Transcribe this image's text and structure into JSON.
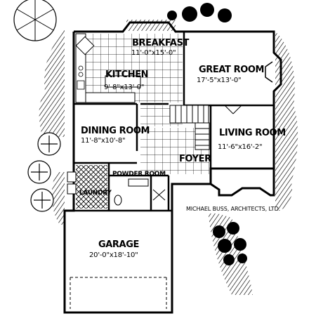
{
  "rooms": {
    "breakfast": {
      "name": "BREAKFAST",
      "dims": "11'-0\"x15'-0\""
    },
    "kitchen": {
      "name": "KITCHEN",
      "dims": "9'-8\"x13'-0\""
    },
    "great_room": {
      "name": "GREAT ROOM",
      "dims": "17'-5\"x13'-0\""
    },
    "dining_room": {
      "name": "DINING ROOM",
      "dims": "11'-8\"x10'-8\""
    },
    "living_room": {
      "name": "LIVING ROOM",
      "dims": "11'-6\"x16'-2\""
    },
    "foyer": {
      "name": "FOYER"
    },
    "powder_room": {
      "name": "POWDER ROOM"
    },
    "laundry": {
      "name": "LAUNDRY"
    },
    "garage": {
      "name": "GARAGE",
      "dims": "20'-0\"x18'-10\""
    }
  },
  "credit": "MICHAEL BUSS, ARCHITECTS, LTD.",
  "colors": {
    "ink": "#000000",
    "paper": "#ffffff"
  }
}
